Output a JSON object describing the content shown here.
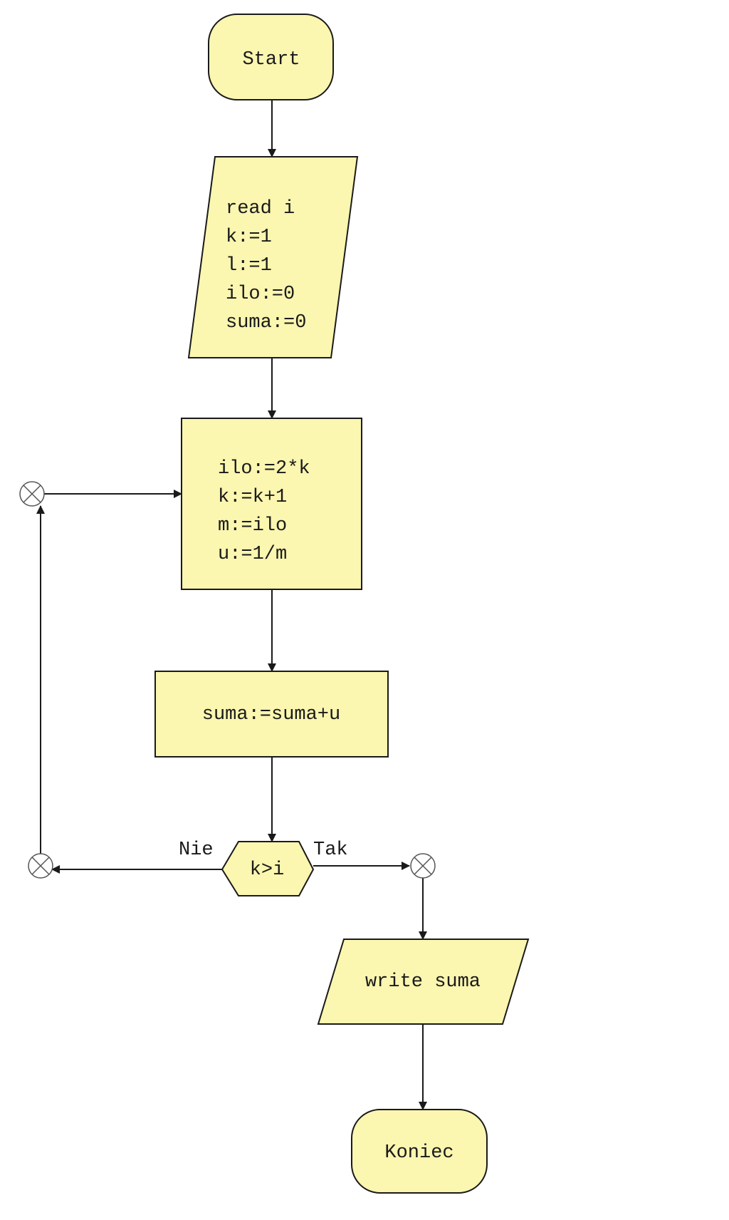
{
  "diagram": {
    "start": {
      "label": "Start"
    },
    "input": {
      "lines": [
        "read i",
        "k:=1",
        "l:=1",
        "ilo:=0",
        "suma:=0"
      ]
    },
    "loop_body": {
      "lines": [
        "ilo:=2*k",
        "k:=k+1",
        "m:=ilo",
        "u:=1/m"
      ]
    },
    "accumulate": {
      "label": "suma:=suma+u"
    },
    "decision": {
      "label": "k>i",
      "no_label": "Nie",
      "yes_label": "Tak"
    },
    "output": {
      "label": "write suma"
    },
    "end": {
      "label": "Koniec"
    }
  },
  "colors": {
    "node_fill": "#fbf6b0",
    "stroke": "#1a1a1a",
    "junction": "#555555"
  }
}
